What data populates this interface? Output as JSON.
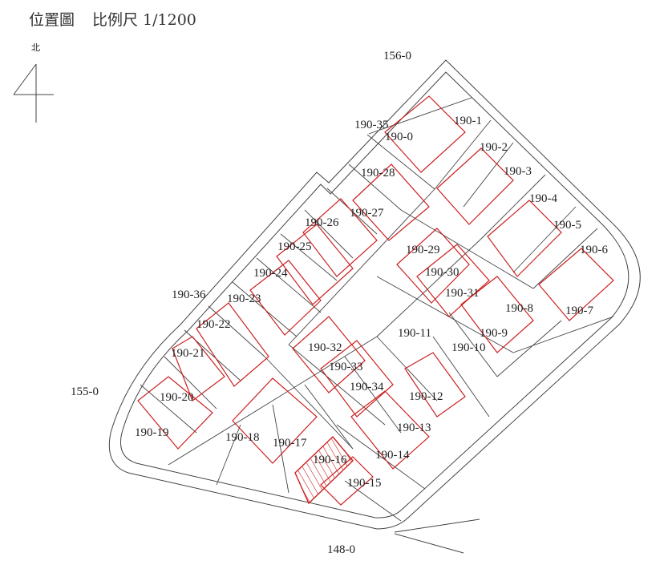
{
  "header": {
    "title": "位置圖",
    "scale": "比例尺 1/1200"
  },
  "north": {
    "label": "北"
  },
  "roads": [
    {
      "id": "156-0",
      "label": "156-0"
    },
    {
      "id": "155-0",
      "label": "155-0"
    },
    {
      "id": "148-0",
      "label": "148-0"
    }
  ],
  "lots": [
    "190-35",
    "190-0",
    "190-1",
    "190-2",
    "190-3",
    "190-28",
    "190-27",
    "190-4",
    "190-5",
    "190-26",
    "190-25",
    "190-29",
    "190-6",
    "190-24",
    "190-30",
    "190-36",
    "190-23",
    "190-31",
    "190-8",
    "190-7",
    "190-22",
    "190-11",
    "190-9",
    "190-32",
    "190-21",
    "190-10",
    "190-33",
    "190-34",
    "190-20",
    "190-12",
    "190-19",
    "190-18",
    "190-17",
    "190-13",
    "190-16",
    "190-14",
    "190-15"
  ],
  "highlighted_lot": "190-16",
  "colors": {
    "outline": "#333333",
    "building": "#cc2222",
    "text": "#222222"
  }
}
